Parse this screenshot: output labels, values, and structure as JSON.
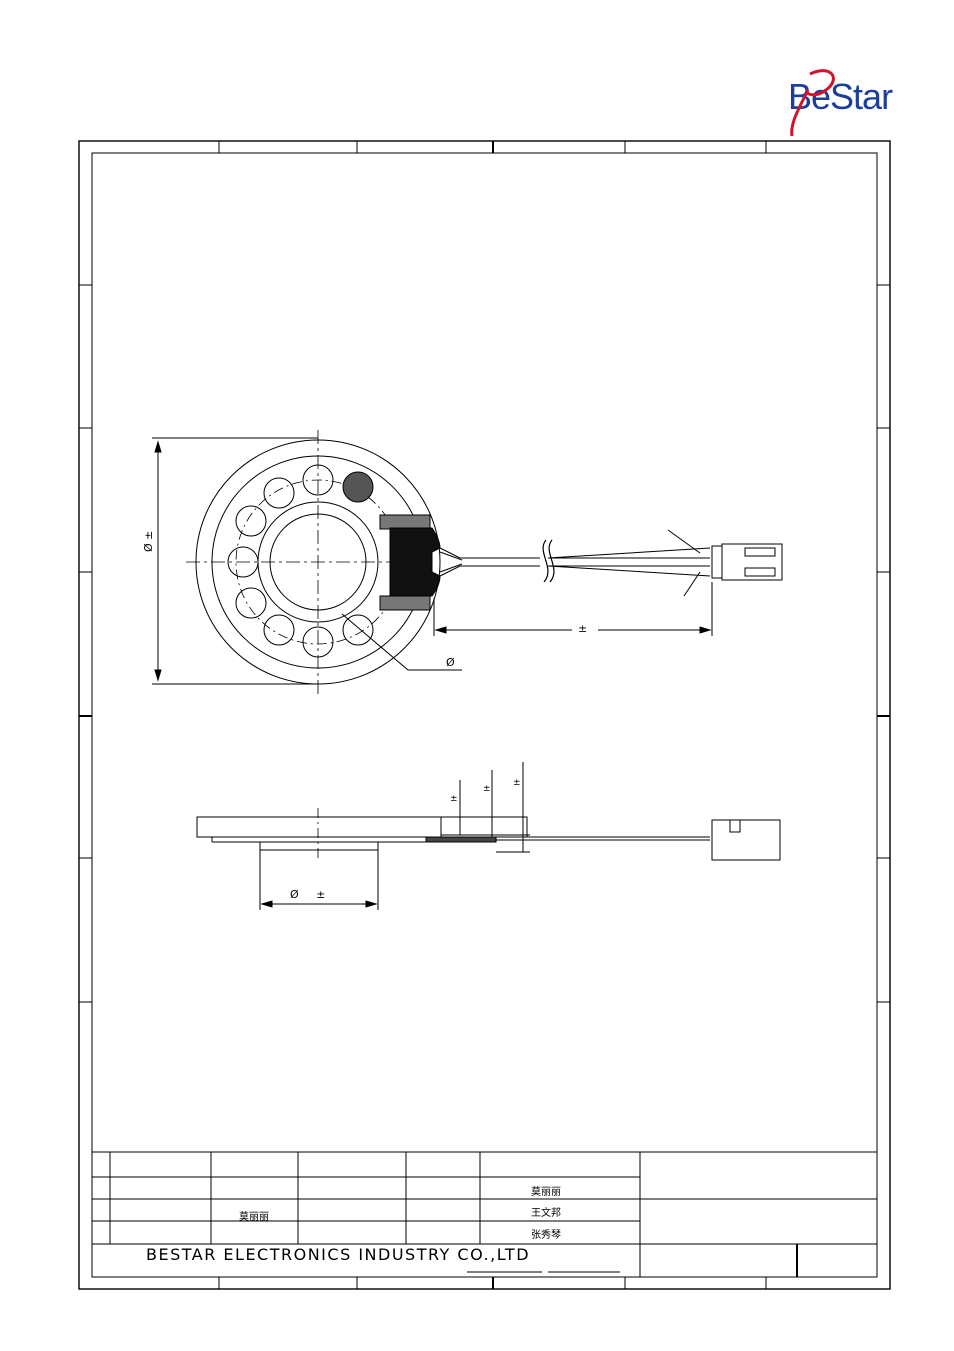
{
  "logo": {
    "text": "BeStar",
    "brand_color": "#1d3f9a",
    "accent_color": "#d0142a"
  },
  "title_block": {
    "company": "BESTAR ELECTRONICS INDUSTRY CO.,LTD",
    "signatures": {
      "row2_col6": "莫丽丽",
      "row3_col3": "莫丽丽",
      "row3_col6": "王文邦",
      "row4_col6": "张秀琴"
    }
  },
  "dimensions": {
    "outer_diameter": "Ø ±",
    "cable_length": "±",
    "inner_diameter": "Ø",
    "base_diameter": "Ø ±",
    "thickness_1": "±",
    "thickness_2": "±",
    "thickness_3": "±"
  }
}
